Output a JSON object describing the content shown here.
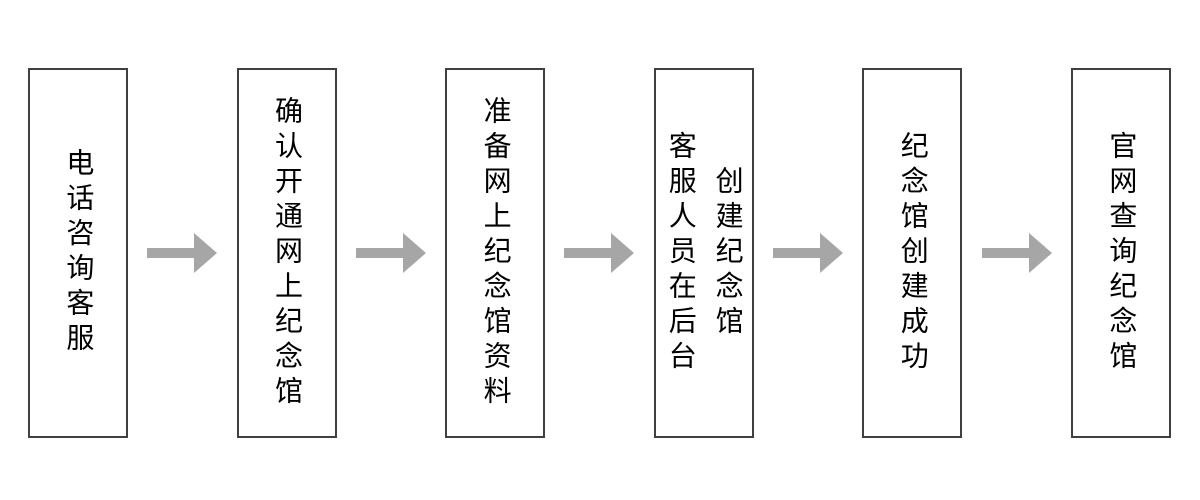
{
  "flowchart": {
    "background": "#ffffff",
    "box_border_color": "#404040",
    "text_color": "#000000",
    "arrow": {
      "direction": "right",
      "color": "#a6a6a6",
      "count": 5
    },
    "steps": [
      {
        "lines": [
          "电话咨询客服"
        ]
      },
      {
        "lines": [
          "确认开通网上纪念馆"
        ]
      },
      {
        "lines": [
          "准备网上纪念馆资料"
        ]
      },
      {
        "lines": [
          "客服人员在后台",
          "创建纪念馆"
        ]
      },
      {
        "lines": [
          "纪念馆创建成功"
        ]
      },
      {
        "lines": [
          "官网查询纪念馆"
        ]
      }
    ]
  }
}
